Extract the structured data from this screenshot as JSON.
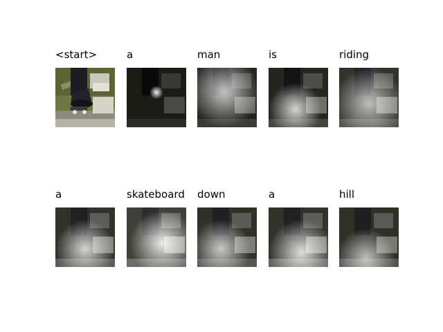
{
  "rows": [
    {
      "tokens": [
        {
          "word": "<start>",
          "attention": "none"
        },
        {
          "word": "a",
          "attention": "spot"
        },
        {
          "word": "man",
          "attention": "broad"
        },
        {
          "word": "is",
          "attention": "lower"
        },
        {
          "word": "riding",
          "attention": "broad"
        }
      ]
    },
    {
      "tokens": [
        {
          "word": "a",
          "attention": "board"
        },
        {
          "word": "skateboard",
          "attention": "bright"
        },
        {
          "word": "down",
          "attention": "lower"
        },
        {
          "word": "a",
          "attention": "board"
        },
        {
          "word": "hill",
          "attention": "bottom"
        }
      ]
    }
  ]
}
